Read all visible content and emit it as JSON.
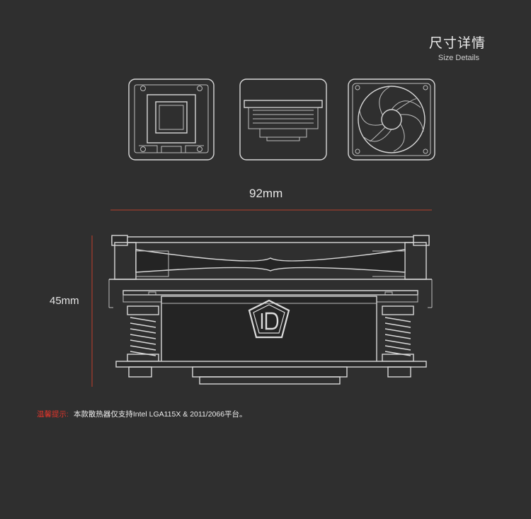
{
  "header": {
    "title": "尺寸详情",
    "subtitle": "Size Details"
  },
  "dimensions": {
    "width_label": "92mm",
    "height_label": "45mm"
  },
  "note": {
    "warning_label": "温馨提示:",
    "text": "本款散热器仅支持Intel LGA115X & 2011/2066平台。"
  },
  "colors": {
    "background": "#2f2f2f",
    "dimension_line": "#8a3a2e",
    "warning": "#e0352b"
  },
  "views": [
    {
      "name": "bottom-view",
      "icon": "base-plate-icon"
    },
    {
      "name": "side-view",
      "icon": "heatsink-side-icon"
    },
    {
      "name": "top-view",
      "icon": "fan-icon"
    }
  ]
}
